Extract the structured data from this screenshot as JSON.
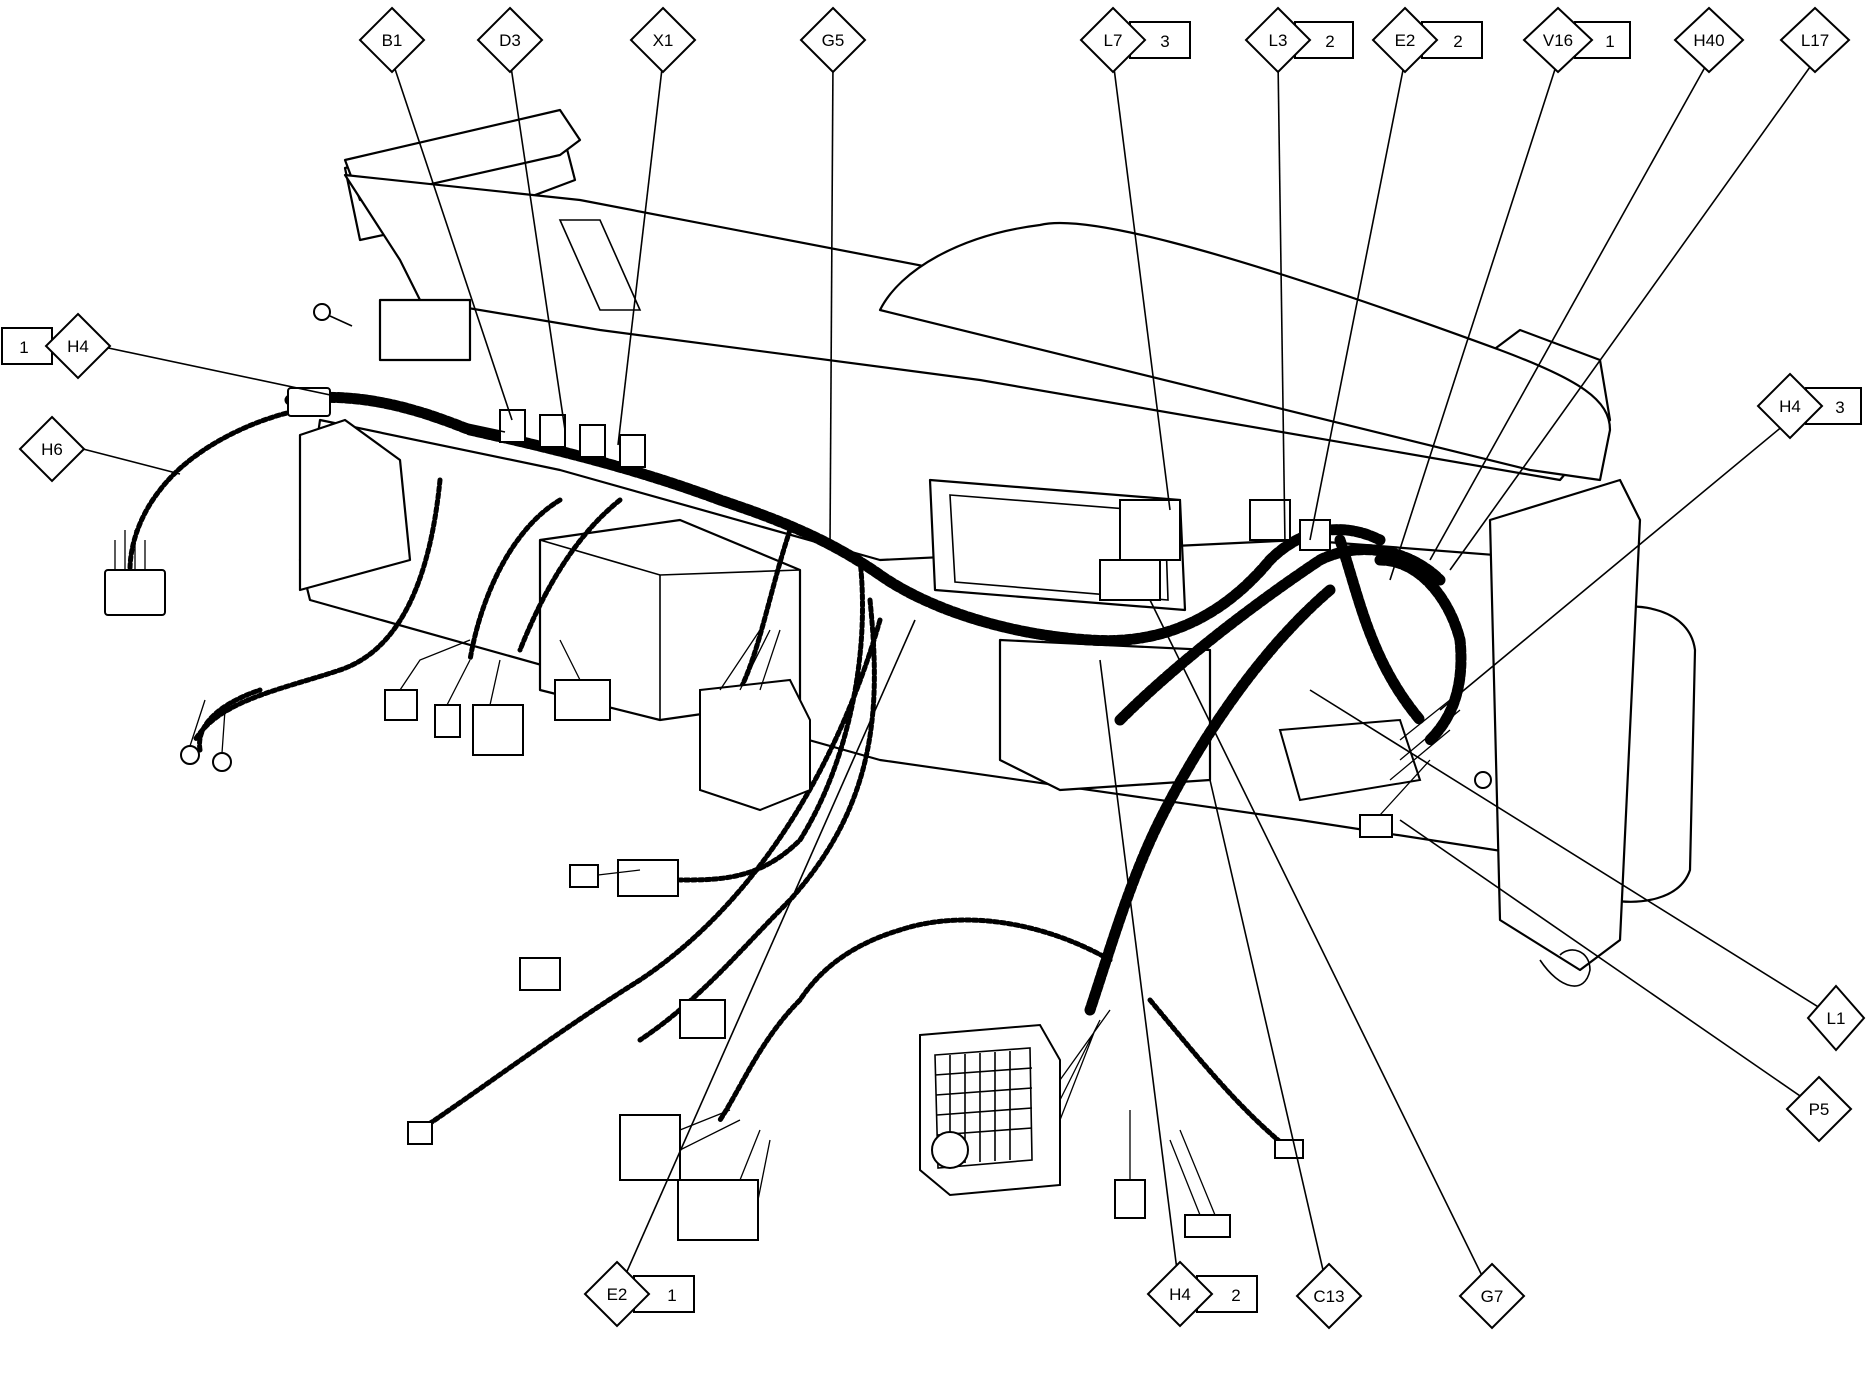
{
  "labels": {
    "b1": "B1",
    "d3": "D3",
    "x1": "X1",
    "g5": "G5",
    "l7": "L7",
    "l7_n": "3",
    "l3": "L3",
    "l3_n": "2",
    "e2_top": "E2",
    "e2_top_n": "2",
    "v16": "V16",
    "v16_n": "1",
    "h40": "H40",
    "l17": "L17",
    "h4_left": "H4",
    "h4_left_n": "1",
    "h6": "H6",
    "h4_right": "H4",
    "h4_right_n": "3",
    "l1": "L1",
    "p5": "P5",
    "e2_bottom": "E2",
    "e2_bottom_n": "1",
    "h4_bottom": "H4",
    "h4_bottom_n": "2",
    "c13": "C13",
    "g7": "G7"
  }
}
